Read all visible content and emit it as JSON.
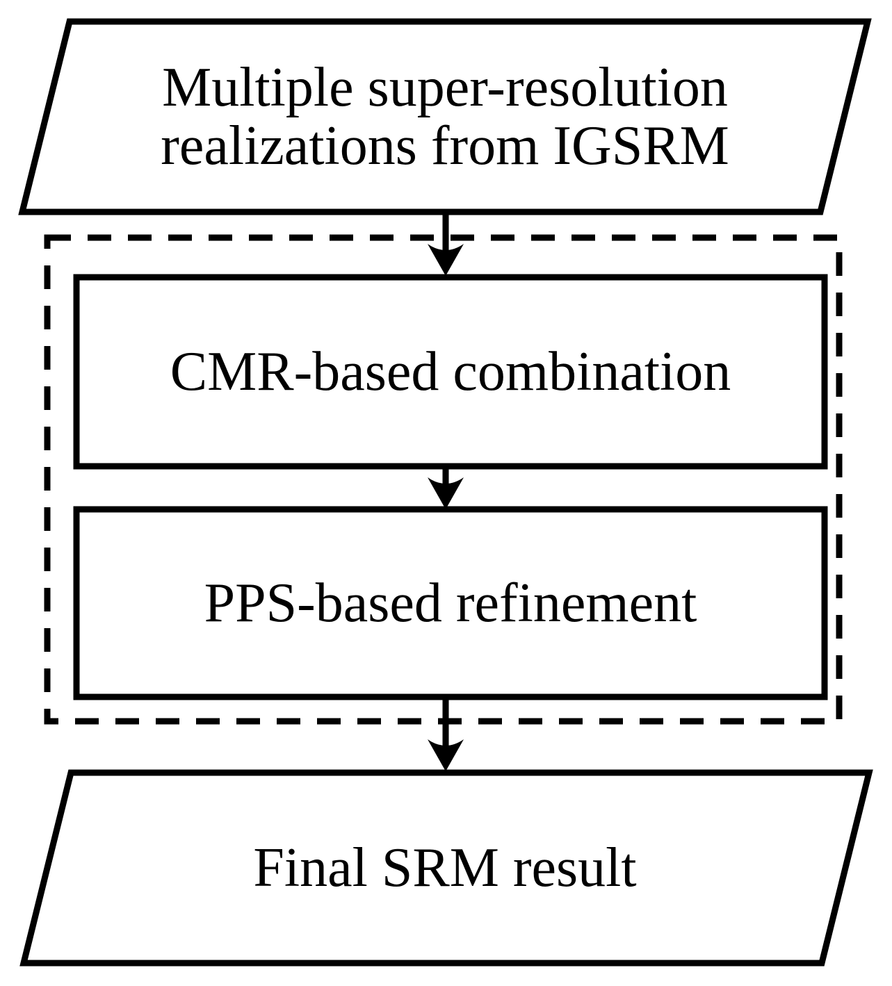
{
  "flowchart": {
    "background_color": "#ffffff",
    "stroke_color": "#000000",
    "nodes": [
      {
        "id": "input",
        "shape": "parallelogram",
        "role": "input-data",
        "lines": [
          "Multiple super-resolution",
          "realizations from IGSRM"
        ],
        "text": "Multiple super-resolution realizations from IGSRM"
      },
      {
        "id": "cmr-combination",
        "shape": "rectangle",
        "role": "process",
        "lines": [
          "CMR-based combination"
        ],
        "text": "CMR-based combination"
      },
      {
        "id": "pps-refinement",
        "shape": "rectangle",
        "role": "process",
        "lines": [
          "PPS-based refinement"
        ],
        "text": "PPS-based refinement"
      },
      {
        "id": "output",
        "shape": "parallelogram",
        "role": "output-data",
        "lines": [
          "Final SRM result"
        ],
        "text": "Final SRM result"
      }
    ],
    "edges": [
      {
        "from": "input",
        "to": "cmr-combination"
      },
      {
        "from": "cmr-combination",
        "to": "pps-refinement"
      },
      {
        "from": "pps-refinement",
        "to": "output"
      }
    ],
    "group": {
      "border_style": "dashed",
      "contains": [
        "cmr-combination",
        "pps-refinement"
      ]
    }
  }
}
